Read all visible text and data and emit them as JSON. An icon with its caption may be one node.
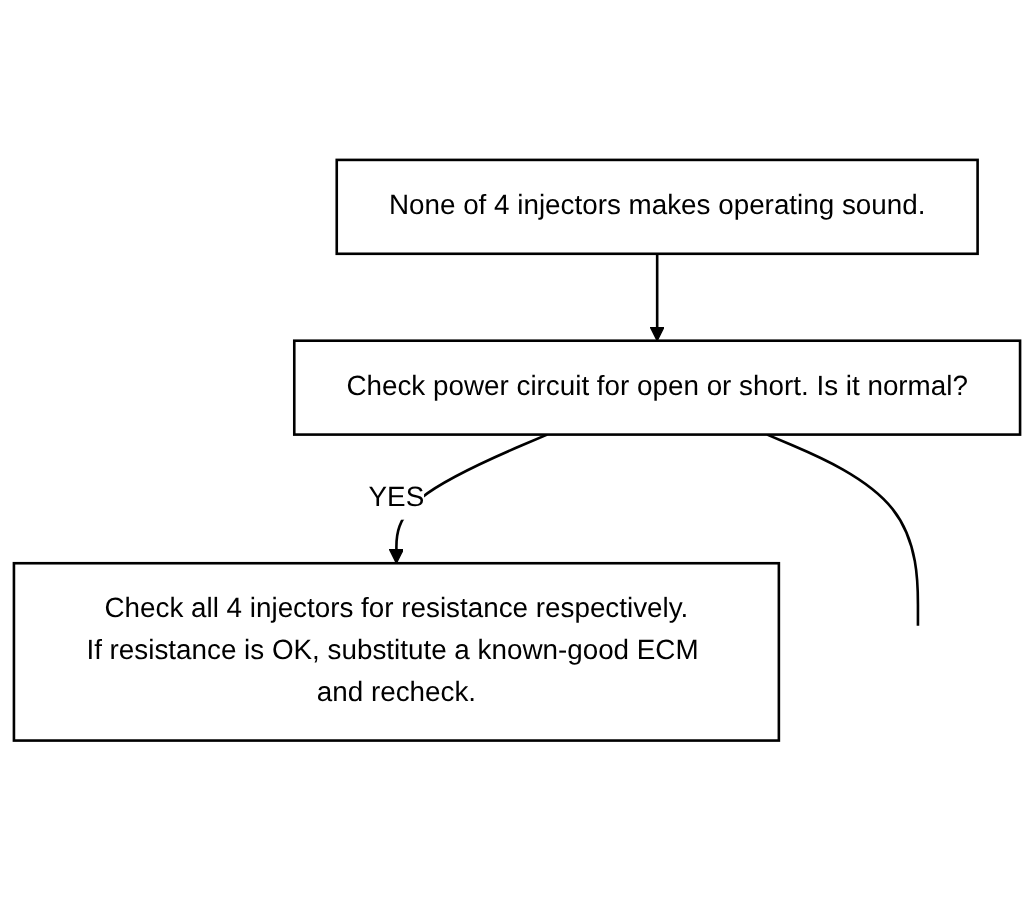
{
  "diagram": {
    "nodes": [
      {
        "text": [
          "None of 4 injectors makes operating sound."
        ]
      },
      {
        "text": [
          "Check power circuit for open or short. Is it normal?"
        ]
      },
      {
        "text": [
          "Check all 4 injectors for resistance respectively.",
          "If resistance is OK, substitute a known-good ECM and recheck."
        ]
      }
    ],
    "edges": [
      {
        "from": 0,
        "to": 1,
        "arrow": "to"
      },
      {
        "from": 1,
        "to": 2,
        "arrow": "to",
        "label": "YES"
      },
      {
        "from": 1,
        "to": null,
        "arrow": "none"
      }
    ]
  }
}
